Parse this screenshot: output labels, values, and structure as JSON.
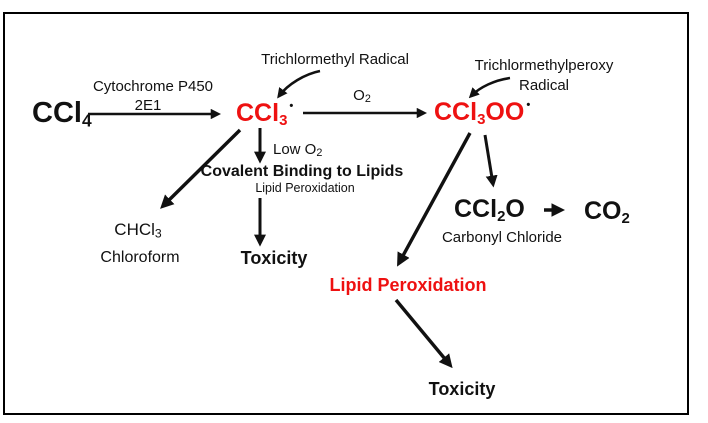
{
  "colors": {
    "accent_red": "#ee1111",
    "ink": "#111111",
    "background": "#ffffff"
  },
  "labels": {
    "enzyme_line1": "Cytochrome P450",
    "enzyme_line2": "2E1",
    "trichlormethyl_radical": "Trichlormethyl Radical",
    "trichlormethylperoxy_line1": "Trichlormethylperoxy",
    "trichlormethylperoxy_line2": "Radical",
    "low_o2_prefix": "Low O",
    "low_o2_sub": "2",
    "covalent_binding": "Covalent Binding to Lipids",
    "lipid_peroxidation_small": "Lipid Peroxidation",
    "chloroform_name": "Chloroform",
    "toxicity_left": "Toxicity",
    "carbonyl_chloride": "Carbonyl Chloride",
    "lipid_peroxidation_red": "Lipid Peroxidation",
    "toxicity_bottom": "Toxicity"
  },
  "molecules": {
    "ccl4": {
      "base": "CCl",
      "sub": "4"
    },
    "ccl3_radical": {
      "base": "CCl",
      "sub": "3",
      "dot": "•"
    },
    "o2": {
      "base": "O",
      "sub": "2"
    },
    "ccl3oo_radical": {
      "base": "CCl",
      "sub": "3",
      "tail": "OO",
      "dot": "•"
    },
    "ccl2o": {
      "base": "CCl",
      "sub": "2",
      "tail": "O"
    },
    "co2": {
      "base": "CO",
      "sub": "2"
    },
    "chcl3": {
      "base": "CHCl",
      "sub": "3"
    }
  }
}
